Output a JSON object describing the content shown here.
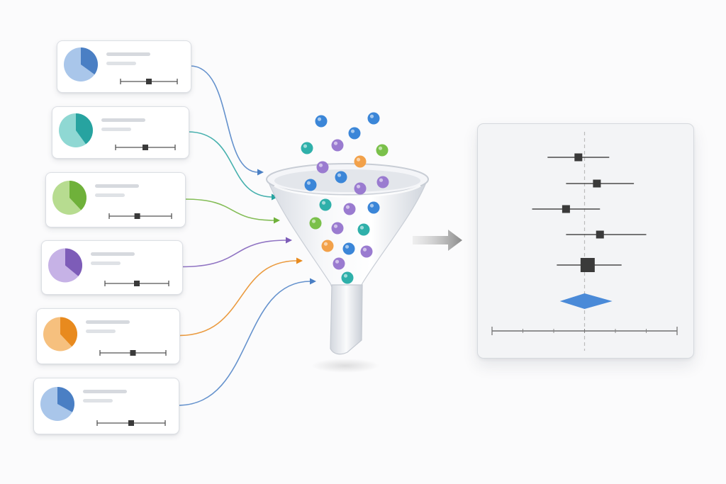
{
  "studies": [
    {
      "color": "#4a7fc4",
      "light": "#a9c6ea",
      "fraction": 0.35,
      "ci_point": 0.5
    },
    {
      "color": "#27a3a0",
      "light": "#8fd8d3",
      "fraction": 0.4,
      "ci_point": 0.5
    },
    {
      "color": "#6fb13a",
      "light": "#b7dc90",
      "fraction": 0.38,
      "ci_point": 0.45
    },
    {
      "color": "#7d5cb8",
      "light": "#c6b2e6",
      "fraction": 0.36,
      "ci_point": 0.5
    },
    {
      "color": "#e88a1e",
      "light": "#f6c07e",
      "fraction": 0.38,
      "ci_point": 0.5
    },
    {
      "color": "#4a7fc4",
      "light": "#a9c6ea",
      "fraction": 0.33,
      "ci_point": 0.5
    }
  ],
  "particle_colors": [
    "#3b86d8",
    "#2fb0aa",
    "#7ac04a",
    "#9a7bd0",
    "#f2a14a"
  ],
  "forest_plot": {
    "estimates": [
      {
        "point": -0.1,
        "low": -0.6,
        "high": 0.4,
        "weight": 1
      },
      {
        "point": 0.2,
        "low": -0.3,
        "high": 0.8,
        "weight": 1
      },
      {
        "point": -0.3,
        "low": -0.85,
        "high": 0.25,
        "weight": 1
      },
      {
        "point": 0.25,
        "low": -0.3,
        "high": 1.0,
        "weight": 1
      },
      {
        "point": 0.05,
        "low": -0.45,
        "high": 0.6,
        "weight": 2
      }
    ],
    "pooled": {
      "point": 0.0,
      "low": -0.4,
      "high": 0.45
    },
    "colors": {
      "marker": "#3a3a3a",
      "pooled": "#4a8ad8",
      "reference": "#bbbbbb"
    }
  }
}
